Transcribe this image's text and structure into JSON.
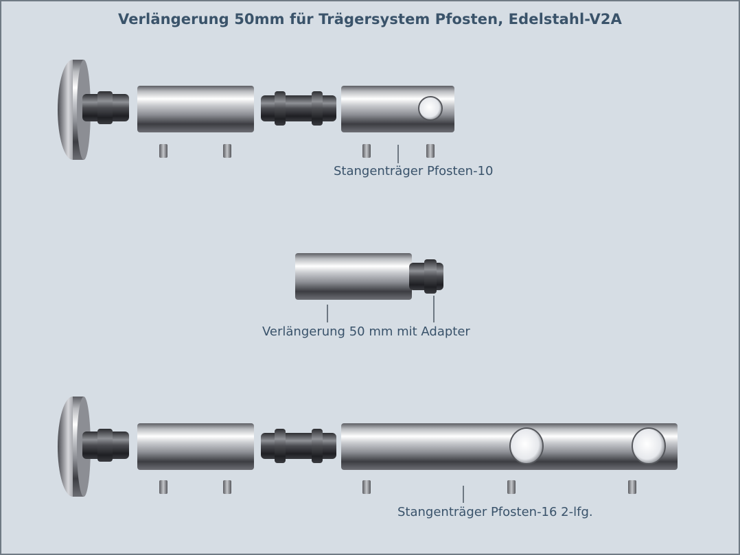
{
  "title": "Verlängerung 50mm für Trägersystem Pfosten, Edelstahl-V2A",
  "labels": {
    "pfosten10": "Stangenträger Pfosten-10",
    "verlaengerung": "Verlängerung 50 mm mit Adapter",
    "pfosten16": "Stangenträger Pfosten-16 2-lfg."
  },
  "colors": {
    "background": "#d6dde4",
    "title": "#3a536a",
    "label": "#39526a",
    "leader": "#4a5560"
  }
}
